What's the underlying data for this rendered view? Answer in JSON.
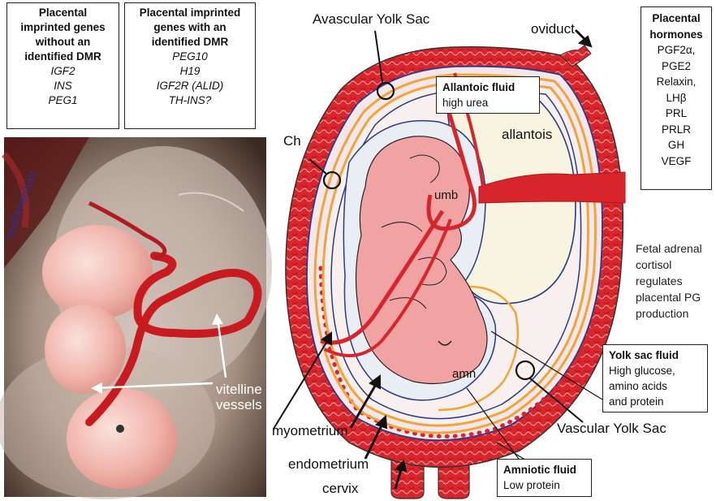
{
  "box_no_dmr": {
    "title_lines": [
      "Placental",
      "imprinted genes",
      "without an",
      "identified DMR"
    ],
    "genes": [
      "IGF2",
      "INS",
      "PEG1"
    ]
  },
  "box_with_dmr": {
    "title_lines": [
      "Placental imprinted",
      "genes with an",
      "identified DMR"
    ],
    "genes": [
      "PEG10",
      "H19",
      "IGF2R (ALID)",
      "TH-INS?"
    ]
  },
  "box_hormones": {
    "title_lines": [
      "Placental",
      "hormones"
    ],
    "items": [
      "PGF2α,",
      "PGE2",
      "Relaxin,",
      "LHβ",
      "PRL",
      "PRLR",
      "GH",
      "VEGF"
    ]
  },
  "labels": {
    "avascular": "Avascular Yolk Sac",
    "oviduct": "oviduct",
    "ch": "Ch",
    "allantois": "allantois",
    "umb": "umb",
    "amn": "amn",
    "vascular": "Vascular Yolk Sac",
    "myometrium": "myometrium",
    "endometrium": "endometrium",
    "cervix": "cervix",
    "photo_endometrium": "endometrium",
    "vitelline": [
      "vitelline",
      "vessels"
    ]
  },
  "allantoic_fluid": {
    "title": "Allantoic fluid",
    "text": "high urea"
  },
  "yolk_fluid": {
    "title": "Yolk sac fluid",
    "lines": [
      "High glucose,",
      "amino acids",
      "and protein"
    ]
  },
  "amniotic_fluid": {
    "title": "Amniotic fluid",
    "text": "Low protein"
  },
  "cortisol_note": [
    "Fetal adrenal",
    "cortisol",
    "regulates",
    "placental PG",
    "production"
  ],
  "colors": {
    "uterus": "#d7252b",
    "vessel": "#c81e24",
    "chorion": "#f2a33a",
    "allantois": "#f7f5e0",
    "fetus": "#f1a3a3"
  }
}
